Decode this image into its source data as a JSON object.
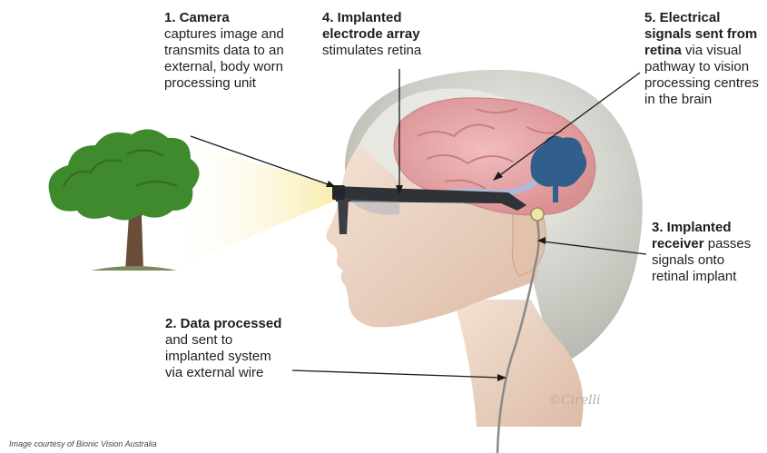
{
  "steps": [
    {
      "id": "camera",
      "title": "1. Camera",
      "text": "captures image and transmits data to an external, body worn processing unit"
    },
    {
      "id": "data",
      "title": "2. Data processed",
      "text": "and sent to implanted system via external wire"
    },
    {
      "id": "receiver",
      "title": "3. Implanted receiver",
      "text": "passes signals onto retinal implant"
    },
    {
      "id": "electrode",
      "title": "4. Implanted electrode array",
      "text": "stimulates retina"
    },
    {
      "id": "signals",
      "title": "5. Electrical signals sent from retina",
      "text": "via visual pathway to vision processing centres in the brain"
    }
  ],
  "credit": "Image courtesy of Bionic Vision Australia",
  "signature": "©Cirelli",
  "colors": {
    "skin": "#ecd6c6",
    "skin_shadow": "#d9b8a2",
    "hair": "#dcdcd6",
    "hair_shadow": "#b9b9b2",
    "brain": "#e7a9a9",
    "brain_fold": "#c97f82",
    "pathway": "#9fc3e8",
    "visual_cortex": "#2f5f8a",
    "tree_foliage": "#3f8a2c",
    "tree_trunk": "#6b4e3a",
    "light_beam": "#fbf2bf",
    "glasses": "#2f3236",
    "arrow": "#1a1a1a",
    "receiver": "#f0e6a8",
    "wire": "#8a8a86"
  }
}
